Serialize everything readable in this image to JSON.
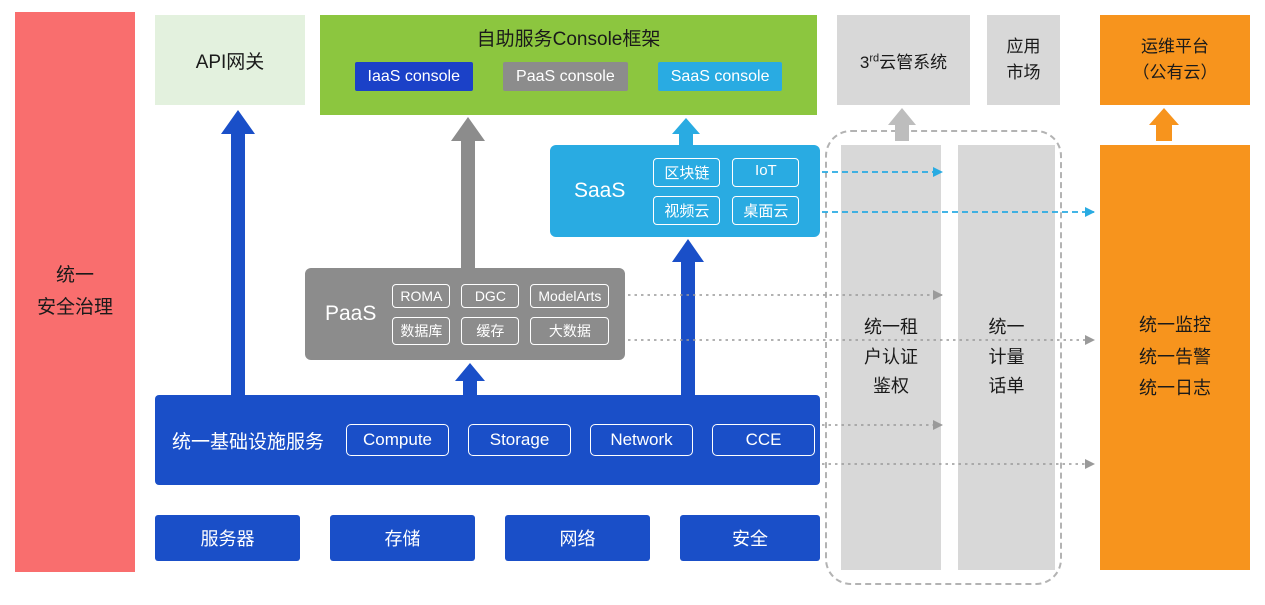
{
  "colors": {
    "security_red": "#F96E6E",
    "api_light_green": "#E3F1DE",
    "console_green": "#8CC63F",
    "brand_blue": "#1A4FC8",
    "paas_gray": "#8C8C8C",
    "box_light_gray": "#D8D8D8",
    "saas_cyan": "#29ABE2",
    "ops_orange": "#F7941D"
  },
  "security_bar": {
    "label": "统一\n安全治理"
  },
  "api_gateway": {
    "label": "API网关"
  },
  "console_framework": {
    "title": "自助服务Console框架",
    "consoles": [
      {
        "label": "IaaS console"
      },
      {
        "label": "PaaS console"
      },
      {
        "label": "SaaS console"
      }
    ]
  },
  "third_party_cloud": {
    "base": "3",
    "sup": "rd",
    "rest": "云管系统"
  },
  "app_market": {
    "label": "应用\n市场"
  },
  "ops_platform": {
    "label": "运维平台\n（公有云）"
  },
  "saas_layer": {
    "label": "SaaS",
    "items": [
      "区块链",
      "IoT",
      "视频云",
      "桌面云"
    ]
  },
  "paas_layer": {
    "label": "PaaS",
    "items": [
      "ROMA",
      "DGC",
      "ModelArts",
      "数据库",
      "缓存",
      "大数据"
    ]
  },
  "iaas_layer": {
    "label": "统一基础设施服务",
    "items": [
      "Compute",
      "Storage",
      "Network",
      "CCE"
    ]
  },
  "hardware_row": {
    "items": [
      "服务器",
      "存储",
      "网络",
      "安全"
    ]
  },
  "auth_bar": {
    "label": "统一租\n户认证\n鉴权"
  },
  "metering_bar": {
    "label": "统一\n计量\n话单"
  },
  "monitoring_bar": {
    "label": "统一监控\n统一告警\n统一日志"
  }
}
